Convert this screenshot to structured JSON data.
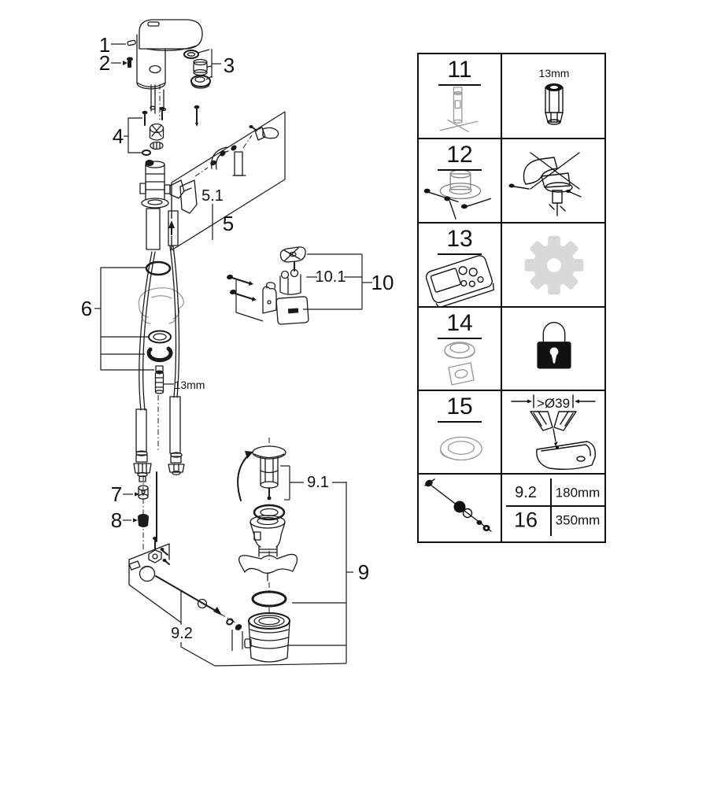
{
  "diagram": {
    "callouts": {
      "c1": "1",
      "c2": "2",
      "c3": "3",
      "c4": "4",
      "c5": "5",
      "c5_1": "5.1",
      "c6": "6",
      "c7": "7",
      "c8": "8",
      "c9": "9",
      "c9_1": "9.1",
      "c9_2": "9.2",
      "c10": "10",
      "c10_1": "10.1"
    },
    "annotations": {
      "stud_wrench_size": "13mm"
    }
  },
  "parts_table": {
    "rows": [
      {
        "num": "11",
        "icon": "socket-wrench-tool",
        "detail_label": "13mm",
        "detail_icon": "socket-13mm"
      },
      {
        "num": "12",
        "icon": "mounting-flange-screws",
        "detail_icon": "no-turn-warning"
      },
      {
        "num": "13",
        "icon": "remote-control",
        "detail_icon": "settings-gear"
      },
      {
        "num": "14",
        "icon": "grommet-and-clip",
        "detail_icon": "padlock"
      },
      {
        "num": "15",
        "icon": "washer-ring",
        "detail_label": ">Ø39",
        "detail_icon": "sink-hole-dimension"
      },
      {
        "num": "16",
        "icon": "lift-rod",
        "specs": [
          {
            "ref": "9.2",
            "length": "180mm"
          },
          {
            "ref": "16",
            "length": "350mm"
          }
        ]
      }
    ]
  }
}
